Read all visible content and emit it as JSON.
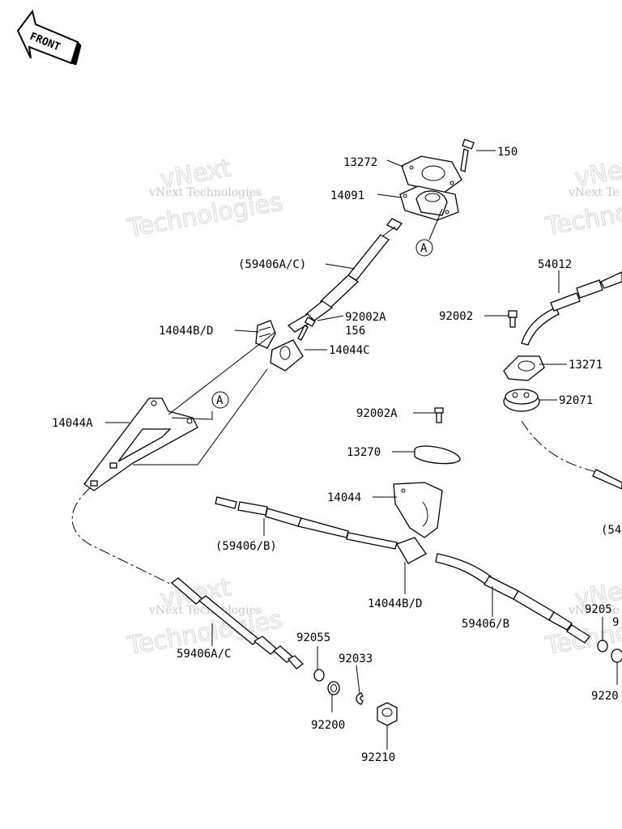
{
  "front_badge": "FRONT",
  "watermark": {
    "small": "vNext Technologies",
    "small_cut": "vNext Te",
    "big_top": "vNext",
    "big_bottom": "Technologies",
    "big_bottom_cut": "Techno"
  },
  "callouts": {
    "A_top": "A",
    "A_bracket": "A"
  },
  "labels": {
    "p13272": "13272",
    "p150": "150",
    "p14091": "14091",
    "p59406AC_top": "(59406A/C)",
    "p92002A_top": "92002A",
    "p156": "156",
    "p14044BD_top": "14044B/D",
    "p14044C": "14044C",
    "p14044A": "14044A",
    "p54012": "54012",
    "p92002": "92002",
    "p13271": "13271",
    "p92071": "92071",
    "p92002A_mid": "92002A",
    "p13270": "13270",
    "p14044": "14044",
    "p59406B_left": "(59406/B)",
    "p14044BD_bottom": "14044B/D",
    "p59406B_right": "59406/B",
    "p54_cut": "(54",
    "p59406AC_bottom": "59406A/C",
    "p92055": "92055",
    "p92033": "92033",
    "p92200": "92200",
    "p92210": "92210",
    "p9205_cut": "9205",
    "p9_cut": "9",
    "p9220_cut": "9220"
  }
}
